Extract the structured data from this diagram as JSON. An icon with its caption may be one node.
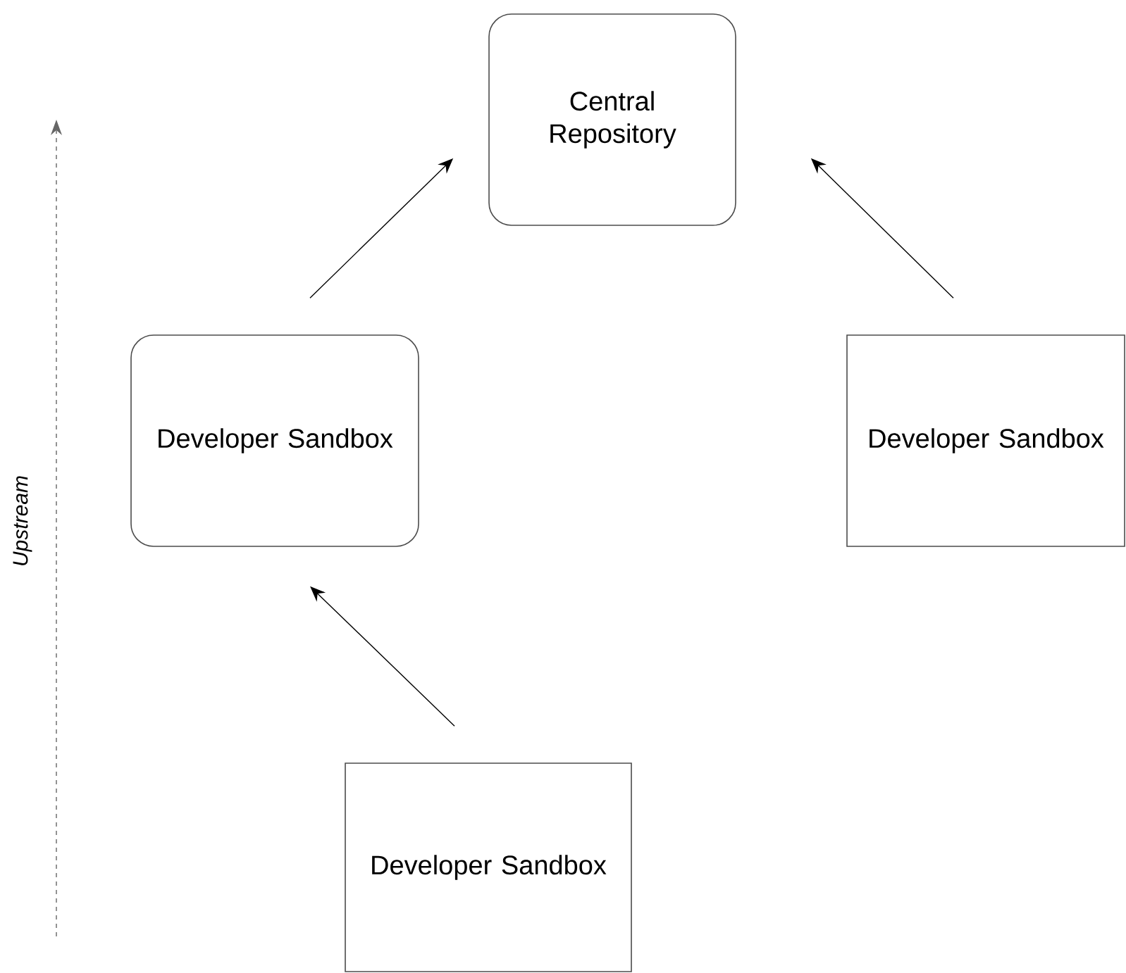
{
  "diagram": {
    "nodes": [
      {
        "text": [
          "Central Repository"
        ]
      },
      {
        "text": [
          "Developer Sandbox"
        ]
      },
      {
        "text": [
          "Developer Sandbox"
        ]
      },
      {
        "text": [
          "Developer Sandbox"
        ]
      }
    ],
    "edges": [
      {
        "from": 1,
        "to": 0,
        "arrow": "to"
      },
      {
        "from": 2,
        "to": 0,
        "arrow": "to"
      },
      {
        "from": 3,
        "to": 1,
        "arrow": "to"
      }
    ],
    "labels": [
      "Upstream"
    ]
  }
}
